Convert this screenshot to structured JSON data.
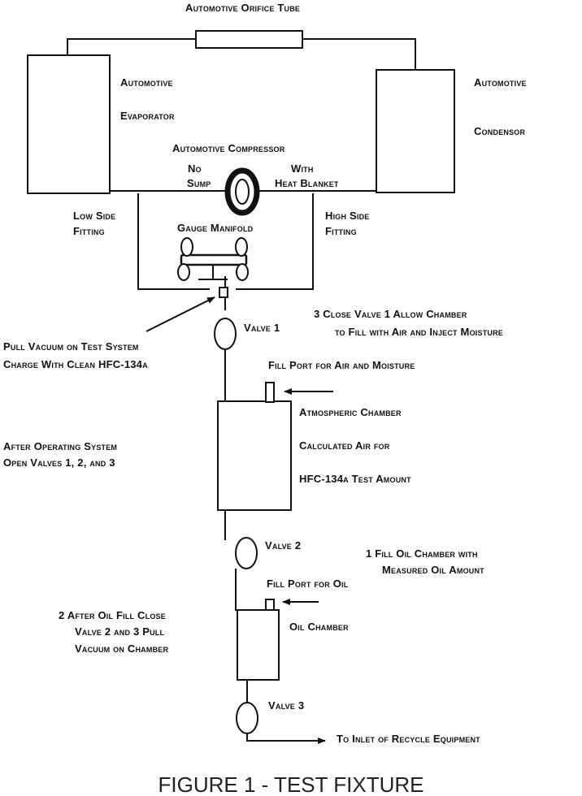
{
  "labels": {
    "orifice_tube": "Automotive Orifice Tube",
    "evap_1": "Automotive",
    "evap_2": "Evaporator",
    "cond_1": "Automotive",
    "cond_2": "Condensor",
    "compressor": "Automotive Compressor",
    "no_sump_1": "No",
    "no_sump_2": "Sump",
    "heat_1": "With",
    "heat_2": "Heat Blanket",
    "low_side_1": "Low Side",
    "low_side_2": "Fitting",
    "high_side_1": "High Side",
    "high_side_2": "Fitting",
    "gauge_manifold": "Gauge Manifold",
    "valve1": "Valve 1",
    "valve2": "Valve 2",
    "valve3": "Valve 3",
    "pull_vac_1": "Pull Vacuum on Test System",
    "pull_vac_2": "Charge With Clean HFC-134a",
    "step3_1": "3  Close Valve 1 Allow Chamber",
    "step3_2": "to Fill with Air and Inject Moisture",
    "fill_port_air": "Fill Port for Air and Moisture",
    "atm_chamber": "Atmospheric Chamber",
    "calc_air": "Calculated Air for",
    "hfc_amount": "HFC-134a Test Amount",
    "after_op_1": "After Operating System",
    "after_op_2": "Open Valves 1, 2, and 3",
    "step1_1": "1  Fill Oil Chamber with",
    "step1_2": "Measured Oil Amount",
    "fill_port_oil": "Fill Port for Oil",
    "oil_chamber": "Oil Chamber",
    "step2_1": "2  After Oil Fill Close",
    "step2_2": "Valve 2 and 3 Pull",
    "step2_3": "Vacuum on Chamber",
    "to_inlet": "To Inlet of Recycle Equipment"
  },
  "caption": "FIGURE 1 - TEST FIXTURE"
}
